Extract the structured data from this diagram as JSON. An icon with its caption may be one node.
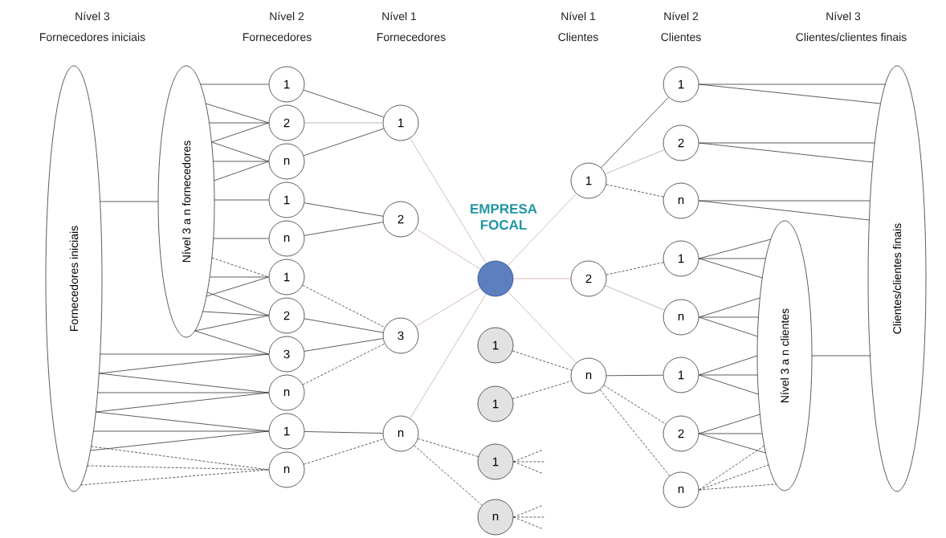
{
  "diagram": {
    "nodes": [
      {
        "text": [
          "Fornecedores iniciais"
        ]
      },
      {
        "text": [
          "Nível 3 a n fornecedores"
        ]
      },
      {
        "text": [
          "1"
        ]
      },
      {
        "text": [
          "2"
        ]
      },
      {
        "text": [
          "n"
        ]
      },
      {
        "text": [
          "1"
        ]
      },
      {
        "text": [
          "n"
        ]
      },
      {
        "text": [
          "1"
        ]
      },
      {
        "text": [
          "2"
        ]
      },
      {
        "text": [
          "3"
        ]
      },
      {
        "text": [
          "n"
        ]
      },
      {
        "text": [
          "1"
        ]
      },
      {
        "text": [
          "n"
        ]
      },
      {
        "text": [
          "1"
        ]
      },
      {
        "text": [
          "2"
        ]
      },
      {
        "text": [
          "3"
        ]
      },
      {
        "text": [
          "n"
        ]
      },
      {
        "text": [
          "EMPRESA FOCAL"
        ]
      },
      {
        "text": [
          "1"
        ]
      },
      {
        "text": [
          "1"
        ]
      },
      {
        "text": [
          "1"
        ]
      },
      {
        "text": [
          "n"
        ]
      },
      {
        "text": [
          "1"
        ]
      },
      {
        "text": [
          "2"
        ]
      },
      {
        "text": [
          "n"
        ]
      },
      {
        "text": [
          "1"
        ]
      },
      {
        "text": [
          "2"
        ]
      },
      {
        "text": [
          "n"
        ]
      },
      {
        "text": [
          "1"
        ]
      },
      {
        "text": [
          "n"
        ]
      },
      {
        "text": [
          "1"
        ]
      },
      {
        "text": [
          "2"
        ]
      },
      {
        "text": [
          "n"
        ]
      },
      {
        "text": [
          "Nível 3 a n clientes"
        ]
      },
      {
        "text": [
          "Clientes/clientes finais"
        ]
      }
    ],
    "edges": [
      {
        "from": 0,
        "to": 1,
        "arrow": "none"
      },
      {
        "from": 1,
        "to": 2,
        "arrow": "none"
      },
      {
        "from": 1,
        "to": 3,
        "arrow": "none"
      },
      {
        "from": 1,
        "to": 3,
        "arrow": "none"
      },
      {
        "from": 1,
        "to": 3,
        "arrow": "none"
      },
      {
        "from": 1,
        "to": 4,
        "arrow": "none"
      },
      {
        "from": 1,
        "to": 4,
        "arrow": "none"
      },
      {
        "from": 1,
        "to": 4,
        "arrow": "none"
      },
      {
        "from": 1,
        "to": 5,
        "arrow": "none"
      },
      {
        "from": 1,
        "to": 6,
        "arrow": "none"
      },
      {
        "from": 1,
        "to": 7,
        "arrow": "none",
        "style": "dashed"
      },
      {
        "from": 1,
        "to": 7,
        "arrow": "none"
      },
      {
        "from": 1,
        "to": 7,
        "arrow": "none"
      },
      {
        "from": 1,
        "to": 8,
        "arrow": "none"
      },
      {
        "from": 1,
        "to": 8,
        "arrow": "none"
      },
      {
        "from": 1,
        "to": 8,
        "arrow": "none"
      },
      {
        "from": 1,
        "to": 9,
        "arrow": "none"
      },
      {
        "from": 0,
        "to": 9,
        "arrow": "none"
      },
      {
        "from": 0,
        "to": 9,
        "arrow": "none"
      },
      {
        "from": 0,
        "to": 10,
        "arrow": "none"
      },
      {
        "from": 0,
        "to": 10,
        "arrow": "none"
      },
      {
        "from": 0,
        "to": 10,
        "arrow": "none"
      },
      {
        "from": 0,
        "to": 11,
        "arrow": "none"
      },
      {
        "from": 0,
        "to": 11,
        "arrow": "none"
      },
      {
        "from": 0,
        "to": 11,
        "arrow": "none"
      },
      {
        "from": 0,
        "to": 12,
        "arrow": "none",
        "style": "dashed"
      },
      {
        "from": 0,
        "to": 12,
        "arrow": "none",
        "style": "dashed"
      },
      {
        "from": 0,
        "to": 12,
        "arrow": "none",
        "style": "dashed"
      },
      {
        "from": 2,
        "to": 13,
        "arrow": "none"
      },
      {
        "from": 3,
        "to": 13,
        "arrow": "none",
        "color": "#aaaaaa"
      },
      {
        "from": 4,
        "to": 13,
        "arrow": "none"
      },
      {
        "from": 5,
        "to": 14,
        "arrow": "none"
      },
      {
        "from": 6,
        "to": 14,
        "arrow": "none"
      },
      {
        "from": 7,
        "to": 15,
        "arrow": "none",
        "style": "dashed"
      },
      {
        "from": 8,
        "to": 15,
        "arrow": "none"
      },
      {
        "from": 9,
        "to": 15,
        "arrow": "none"
      },
      {
        "from": 10,
        "to": 15,
        "arrow": "none",
        "style": "dashed"
      },
      {
        "from": 11,
        "to": 16,
        "arrow": "none"
      },
      {
        "from": 12,
        "to": 16,
        "arrow": "none",
        "style": "dashed"
      },
      {
        "from": 13,
        "to": 17,
        "arrow": "none",
        "color": "#d2aaaa"
      },
      {
        "from": 14,
        "to": 17,
        "arrow": "none",
        "color": "#d2aaaa"
      },
      {
        "from": 15,
        "to": 17,
        "arrow": "none",
        "color": "#d2aaaa"
      },
      {
        "from": 16,
        "to": 17,
        "arrow": "none",
        "color": "#d2aaaa"
      },
      {
        "from": 16,
        "to": 20,
        "arrow": "none",
        "style": "dashed"
      },
      {
        "from": 16,
        "to": 21,
        "arrow": "none",
        "style": "dashed"
      },
      {
        "from": 18,
        "to": 24,
        "arrow": "none",
        "style": "dashed"
      },
      {
        "from": 19,
        "to": 24,
        "arrow": "none",
        "style": "dashed"
      },
      {
        "from": 20,
        "to": null,
        "arrow": "none",
        "style": "dashed"
      },
      {
        "from": 20,
        "to": null,
        "arrow": "none",
        "style": "dashed"
      },
      {
        "from": 20,
        "to": null,
        "arrow": "none",
        "style": "dashed"
      },
      {
        "from": 21,
        "to": null,
        "arrow": "none",
        "style": "dashed"
      },
      {
        "from": 21,
        "to": null,
        "arrow": "none",
        "style": "dashed"
      },
      {
        "from": 21,
        "to": null,
        "arrow": "none",
        "style": "dashed"
      },
      {
        "from": 17,
        "to": 22,
        "arrow": "none",
        "color": "#d2aaaa"
      },
      {
        "from": 17,
        "to": 23,
        "arrow": "none",
        "color": "#d2aaaa"
      },
      {
        "from": 17,
        "to": 24,
        "arrow": "none",
        "color": "#d2aaaa"
      },
      {
        "from": 22,
        "to": 25,
        "arrow": "none"
      },
      {
        "from": 22,
        "to": 26,
        "arrow": "none",
        "color": "#aaaaaa"
      },
      {
        "from": 22,
        "to": 27,
        "arrow": "none",
        "style": "dashed"
      },
      {
        "from": 23,
        "to": 28,
        "arrow": "none",
        "style": "dashed"
      },
      {
        "from": 23,
        "to": 29,
        "arrow": "none",
        "color": "#aaaaaa"
      },
      {
        "from": 24,
        "to": 30,
        "arrow": "none"
      },
      {
        "from": 24,
        "to": 31,
        "arrow": "none",
        "style": "dashed"
      },
      {
        "from": 24,
        "to": 32,
        "arrow": "none",
        "style": "dashed"
      },
      {
        "from": 25,
        "to": 34,
        "arrow": "none"
      },
      {
        "from": 25,
        "to": 34,
        "arrow": "none"
      },
      {
        "from": 26,
        "to": 34,
        "arrow": "none"
      },
      {
        "from": 26,
        "to": 34,
        "arrow": "none"
      },
      {
        "from": 27,
        "to": 34,
        "arrow": "none"
      },
      {
        "from": 27,
        "to": 34,
        "arrow": "none"
      },
      {
        "from": 28,
        "to": 33,
        "arrow": "none"
      },
      {
        "from": 28,
        "to": 33,
        "arrow": "none"
      },
      {
        "from": 28,
        "to": 33,
        "arrow": "none"
      },
      {
        "from": 29,
        "to": 33,
        "arrow": "none"
      },
      {
        "from": 29,
        "to": 33,
        "arrow": "none"
      },
      {
        "from": 29,
        "to": 33,
        "arrow": "none"
      },
      {
        "from": 30,
        "to": 33,
        "arrow": "none"
      },
      {
        "from": 30,
        "to": 33,
        "arrow": "none"
      },
      {
        "from": 30,
        "to": 33,
        "arrow": "none"
      },
      {
        "from": 31,
        "to": 33,
        "arrow": "none"
      },
      {
        "from": 31,
        "to": 33,
        "arrow": "none"
      },
      {
        "from": 31,
        "to": 33,
        "arrow": "none"
      },
      {
        "from": 32,
        "to": 33,
        "arrow": "none",
        "style": "dashed"
      },
      {
        "from": 32,
        "to": 33,
        "arrow": "none",
        "style": "dashed"
      },
      {
        "from": 32,
        "to": 33,
        "arrow": "none",
        "style": "dashed"
      },
      {
        "from": 33,
        "to": 34,
        "arrow": "none"
      }
    ],
    "labels": [
      "Nível 3",
      "Nível 2",
      "Nível 1",
      "Nível 1",
      "Nível 2",
      "Nível 3",
      "Fornecedores iniciais",
      "Fornecedores",
      "Fornecedores",
      "Clientes",
      "Clientes",
      "Clientes/clientes finais"
    ]
  }
}
